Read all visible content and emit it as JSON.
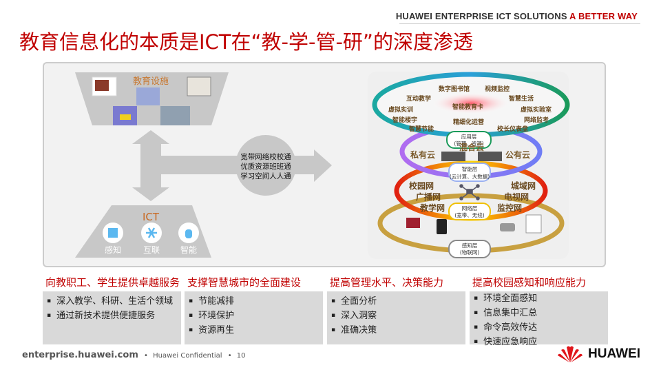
{
  "header": {
    "tagline": "HUAWEI ENTERPRISE ICT SOLUTIONS",
    "tagline_accent": "A BETTER WAY"
  },
  "title": "教育信息化的本质是ICT在“教-学-管-研”的深度渗透",
  "left_diagram": {
    "facilities_label": "教育设施",
    "ict_label": "ICT",
    "ict_items": [
      "感知",
      "互联",
      "智能"
    ],
    "circle_lines": [
      "宽带网络校校通",
      "优质资源班班通",
      "学习空间人人通"
    ]
  },
  "layers": {
    "app_items": [
      "数字图书馆",
      "视频监控",
      "互动教学",
      "智慧生活",
      "虚拟实训",
      "智能教育卡",
      "虚拟实验室",
      "智能楼宇",
      "网络监考",
      "智慧节能",
      "精细化运营",
      "校长仪表盘"
    ],
    "app_layer": [
      "应用层",
      "(管理、资源)"
    ],
    "cloud_items": [
      "私有云",
      "混合云",
      "公有云"
    ],
    "smart_layer": [
      "智能层",
      "(云计算、大数据)"
    ],
    "network_items": [
      "校园网",
      "广播网",
      "教学网",
      "城域网",
      "电视网",
      "监控网"
    ],
    "network_layer": [
      "网络层",
      "(宽带、无线)"
    ],
    "sense_layer": [
      "感知层",
      "(物联网)"
    ]
  },
  "cards": [
    {
      "title": "向教职工、学生提供卓越服务",
      "items": [
        "深入教学、科研、生活个领域",
        "通过新技术提供便捷服务"
      ]
    },
    {
      "title": "支撑智慧城市的全面建设",
      "items": [
        "节能减排",
        "环境保护",
        "资源再生"
      ]
    },
    {
      "title": "提高管理水平、决策能力",
      "items": [
        "全面分析",
        "深入洞察",
        "准确决策"
      ]
    },
    {
      "title": "提高校园感知和响应能力",
      "items": [
        "环境全面感知",
        "信息集中汇总",
        "命令高效传达",
        "快速应急响应"
      ]
    }
  ],
  "footer": {
    "site": "enterprise.huawei.com",
    "confidential": "Huawei Confidential",
    "page": "10"
  },
  "logo": {
    "text": "HUAWEI"
  },
  "colors": {
    "accent": "#c00000",
    "panel": "#f2f2f2",
    "card": "#d9d9d9"
  }
}
